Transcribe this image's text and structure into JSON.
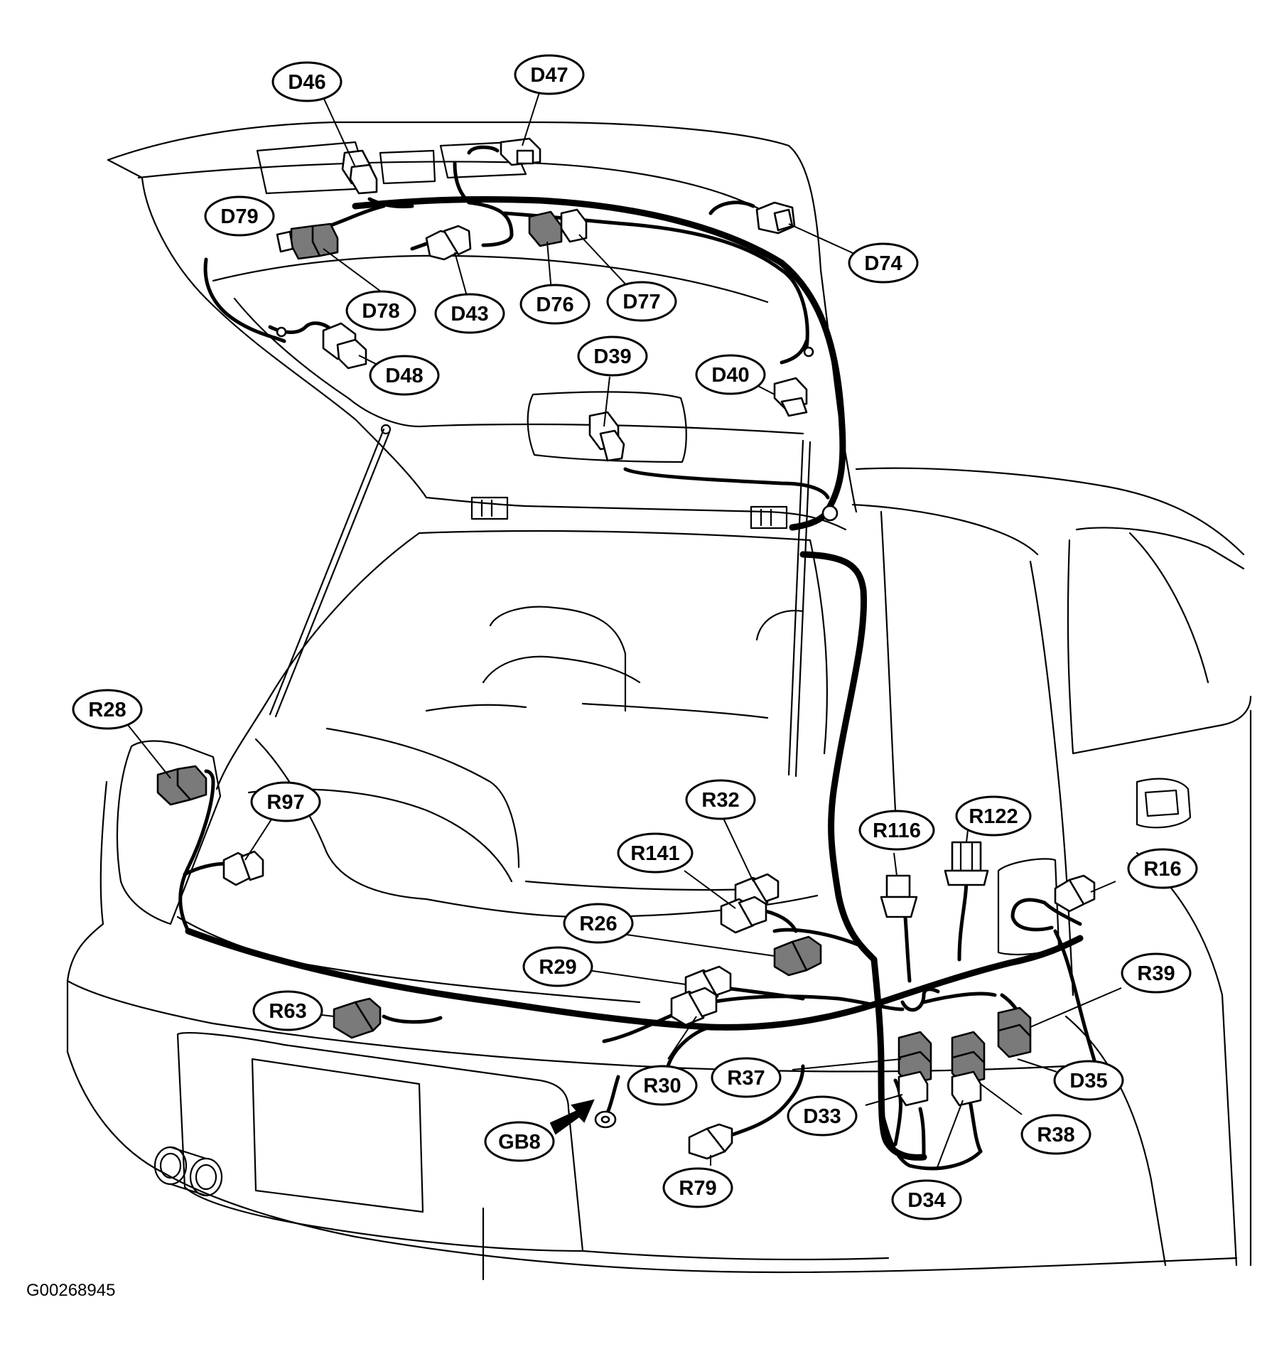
{
  "figure_id": "G00268945",
  "connector_labels": {
    "D46": "D46",
    "D47": "D47",
    "D79": "D79",
    "D74": "D74",
    "D78": "D78",
    "D43": "D43",
    "D76": "D76",
    "D77": "D77",
    "D48": "D48",
    "D39": "D39",
    "D40": "D40",
    "R28": "R28",
    "R97": "R97",
    "R32": "R32",
    "R116": "R116",
    "R122": "R122",
    "R141": "R141",
    "R16": "R16",
    "R26": "R26",
    "R29": "R29",
    "R39": "R39",
    "R63": "R63",
    "R30": "R30",
    "R37": "R37",
    "D35": "D35",
    "D33": "D33",
    "GB8": "GB8",
    "R38": "R38",
    "R79": "R79",
    "D34": "D34"
  }
}
